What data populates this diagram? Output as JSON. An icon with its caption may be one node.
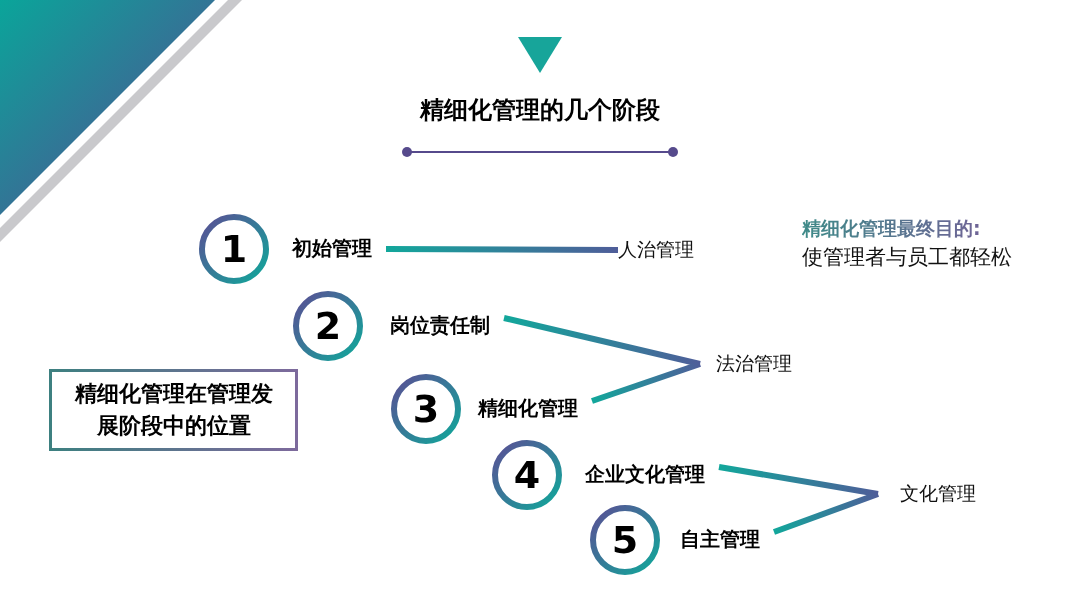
{
  "diagram": {
    "title": "精细化管理的几个阶段",
    "nodes": [
      {
        "text": [
          "1",
          "初始管理"
        ]
      },
      {
        "text": [
          "2",
          "岗位责任制"
        ]
      },
      {
        "text": [
          "3",
          "精细化管理"
        ]
      },
      {
        "text": [
          "4",
          "企业文化管理"
        ]
      },
      {
        "text": [
          "5",
          "自主管理"
        ]
      },
      {
        "text": [
          "人治管理"
        ]
      },
      {
        "text": [
          "法治管理"
        ]
      },
      {
        "text": [
          "文化管理"
        ]
      },
      {
        "text": [
          "精细化管理在管理发展阶段中的位置"
        ]
      }
    ],
    "edges": [
      {
        "from": 0,
        "to": 5,
        "arrow": "none"
      },
      {
        "from": 1,
        "to": 6,
        "arrow": "none"
      },
      {
        "from": 2,
        "to": 6,
        "arrow": "none"
      },
      {
        "from": 3,
        "to": 7,
        "arrow": "none"
      },
      {
        "from": 4,
        "to": 7,
        "arrow": "none"
      }
    ],
    "labels": [
      "精细化管理最终目的:",
      "使管理者与员工都轻松"
    ]
  }
}
